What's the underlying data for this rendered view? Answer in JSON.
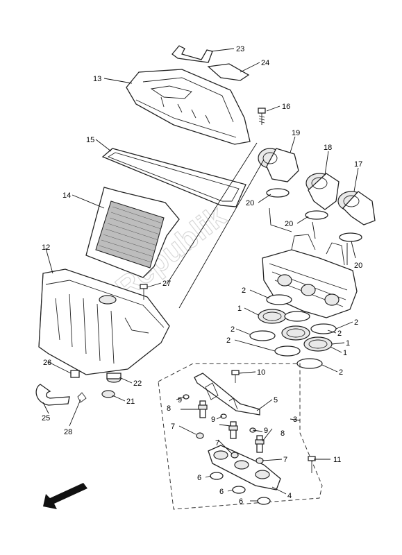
{
  "watermark": "PartsRepublik",
  "callouts": {
    "c23": "23",
    "c24": "24",
    "c13": "13",
    "c16": "16",
    "c15": "15",
    "c19": "19",
    "c18": "18",
    "c17": "17",
    "c14": "14",
    "c20a": "20",
    "c20b": "20",
    "c20c": "20",
    "c12": "12",
    "c27": "27",
    "c2a": "2",
    "c1a": "1",
    "c2b": "2",
    "c2c": "2",
    "c2d": "2",
    "c1b": "1",
    "c2e": "2",
    "c1c": "1",
    "c2f": "2",
    "c26": "26",
    "c22": "22",
    "c21": "21",
    "c25": "25",
    "c28": "28",
    "c10": "10",
    "c5": "5",
    "c3": "3",
    "c8a": "8",
    "c9a": "9",
    "c7a": "7",
    "c9b": "9",
    "c9c": "9",
    "c8b": "8",
    "c7b": "7",
    "c7c": "7",
    "c11": "11",
    "c6a": "6",
    "c6b": "6",
    "c6c": "6",
    "c4": "4"
  }
}
